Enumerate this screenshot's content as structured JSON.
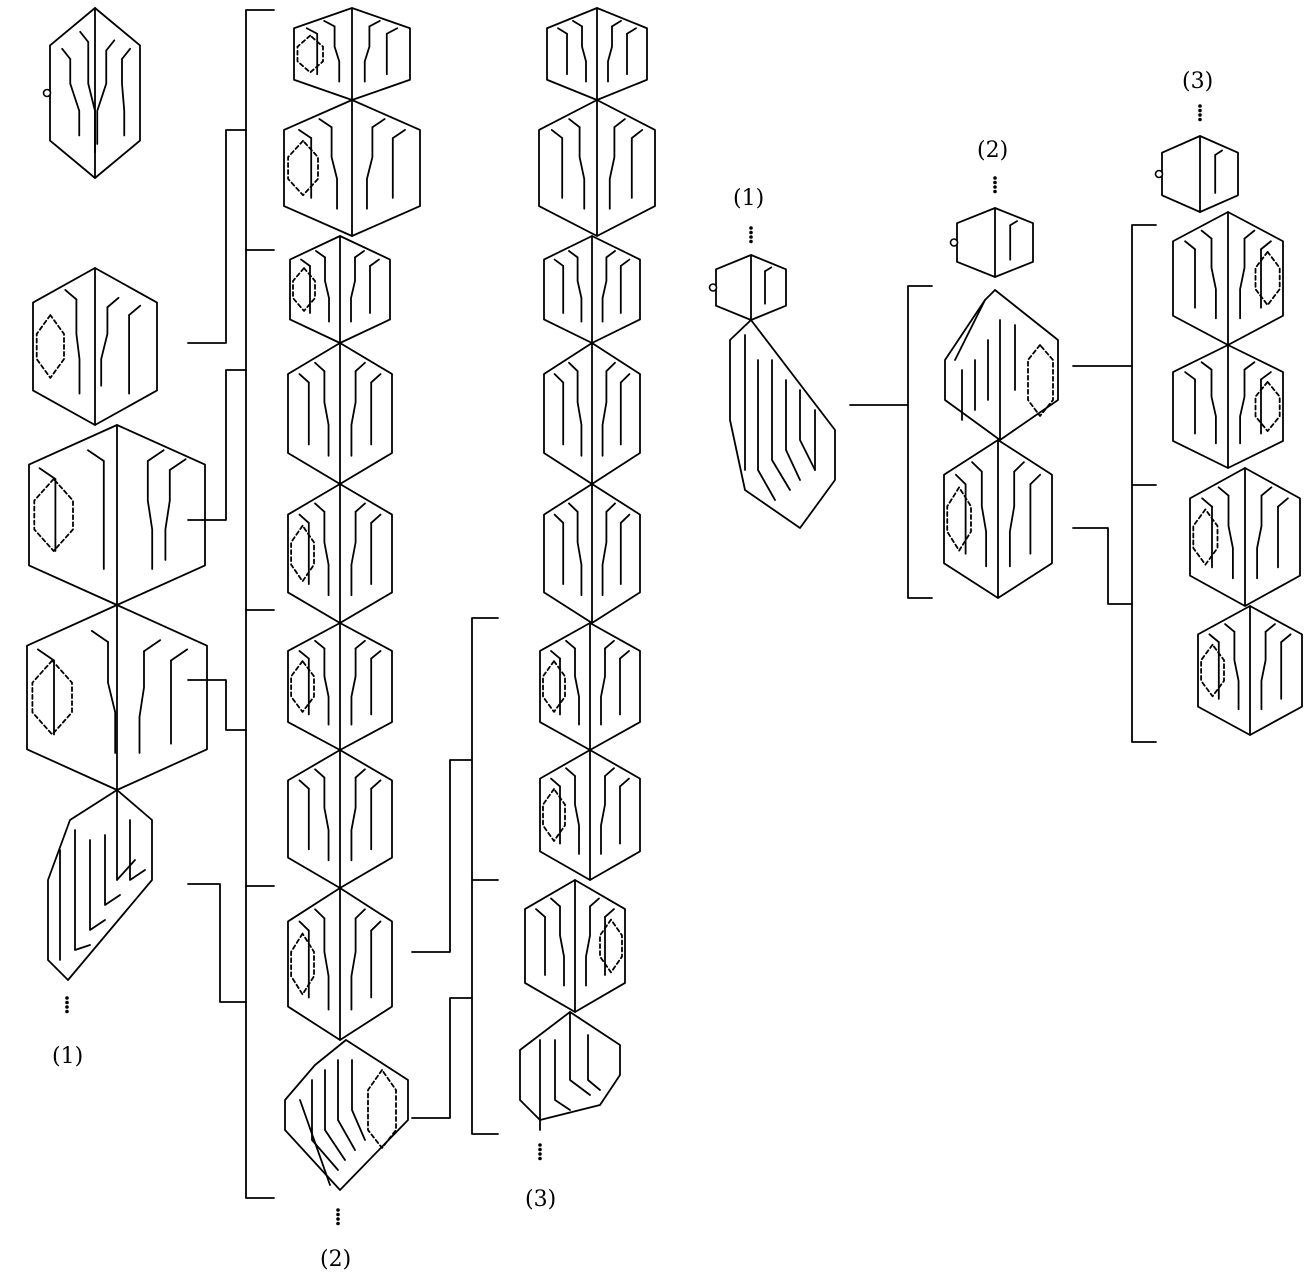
{
  "labels": {
    "left_column_bottom": "(1)",
    "second_column_bottom": "(2)",
    "third_column_bottom": "(3)",
    "right_chain_1_top": "(1)",
    "right_chain_2_top": "(2)",
    "right_chain_3_top": "(3)"
  },
  "colors": {
    "stroke": "#000000",
    "background": "#ffffff"
  }
}
